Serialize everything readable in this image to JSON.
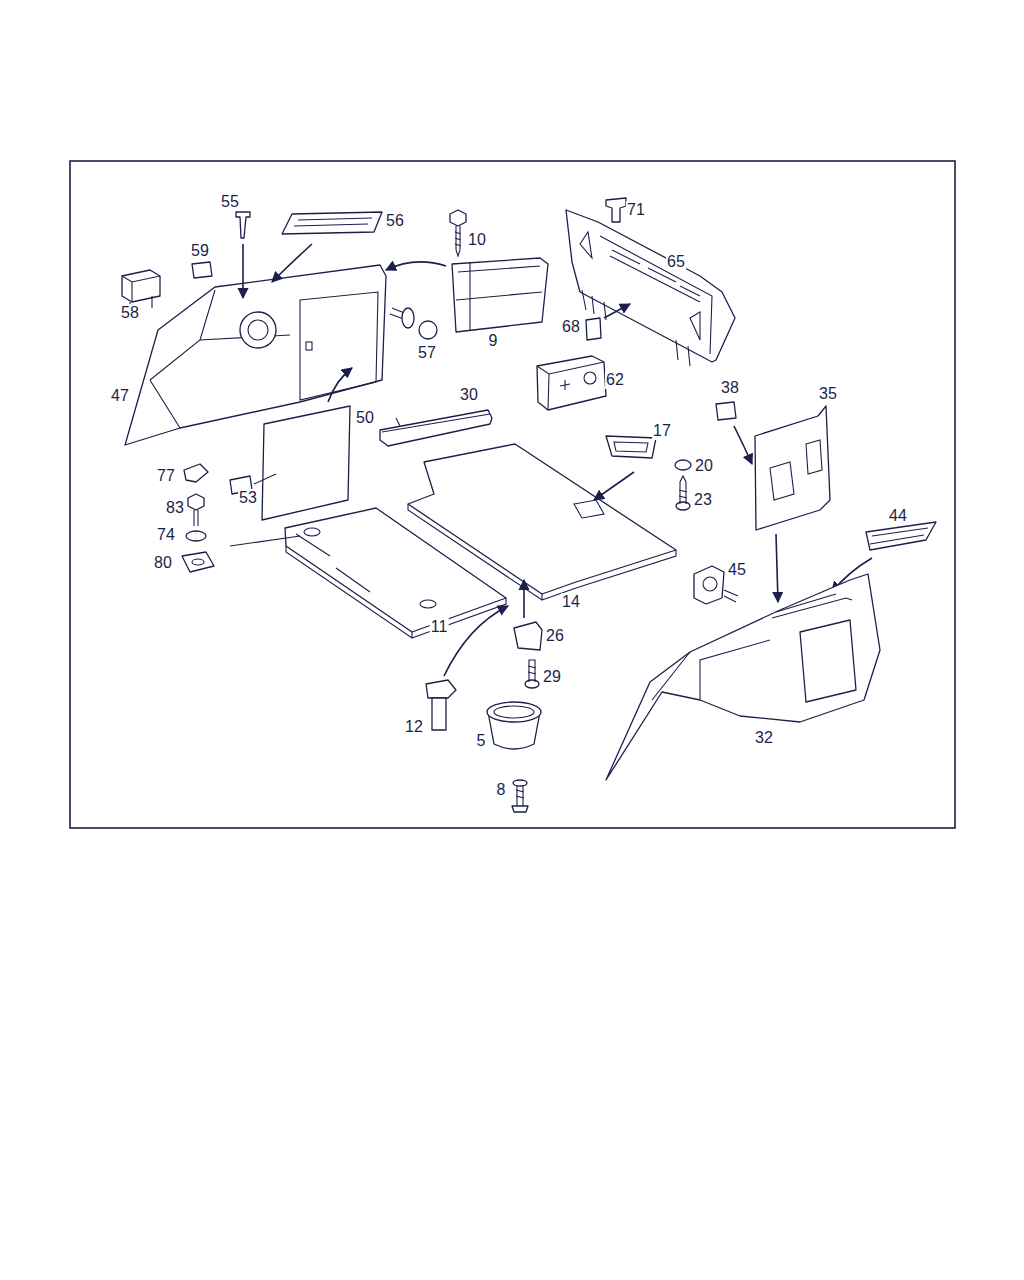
{
  "diagram": {
    "labels": [
      "55",
      "56",
      "10",
      "71",
      "59",
      "65",
      "58",
      "57",
      "9",
      "68",
      "62",
      "47",
      "30",
      "38",
      "35",
      "50",
      "17",
      "20",
      "77",
      "23",
      "53",
      "83",
      "74",
      "44",
      "80",
      "45",
      "14",
      "11",
      "26",
      "29",
      "12",
      "5",
      "32",
      "8"
    ]
  }
}
